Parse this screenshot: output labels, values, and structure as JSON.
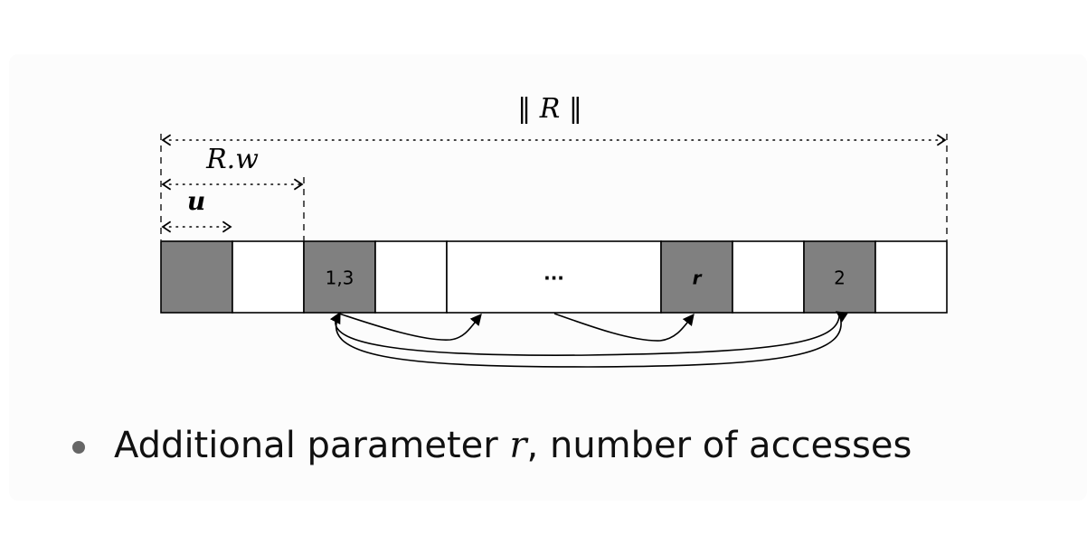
{
  "diagram": {
    "dim_total": "‖ R ‖",
    "dim_width": "R.w",
    "dim_unit": "u",
    "cells": [
      {
        "label": "",
        "shaded": true
      },
      {
        "label": "",
        "shaded": false
      },
      {
        "label": "1,3",
        "shaded": true
      },
      {
        "label": "",
        "shaded": false
      },
      {
        "label": "···",
        "shaded": false
      },
      {
        "label": "r",
        "shaded": true
      },
      {
        "label": "",
        "shaded": false
      },
      {
        "label": "2",
        "shaded": true
      },
      {
        "label": "",
        "shaded": false
      }
    ],
    "colors": {
      "shaded": "#808080",
      "empty": "#ffffff",
      "line": "#000000"
    }
  },
  "bullet": {
    "text_before": "Additional parameter ",
    "variable": "r",
    "text_after": ", number of accesses"
  }
}
